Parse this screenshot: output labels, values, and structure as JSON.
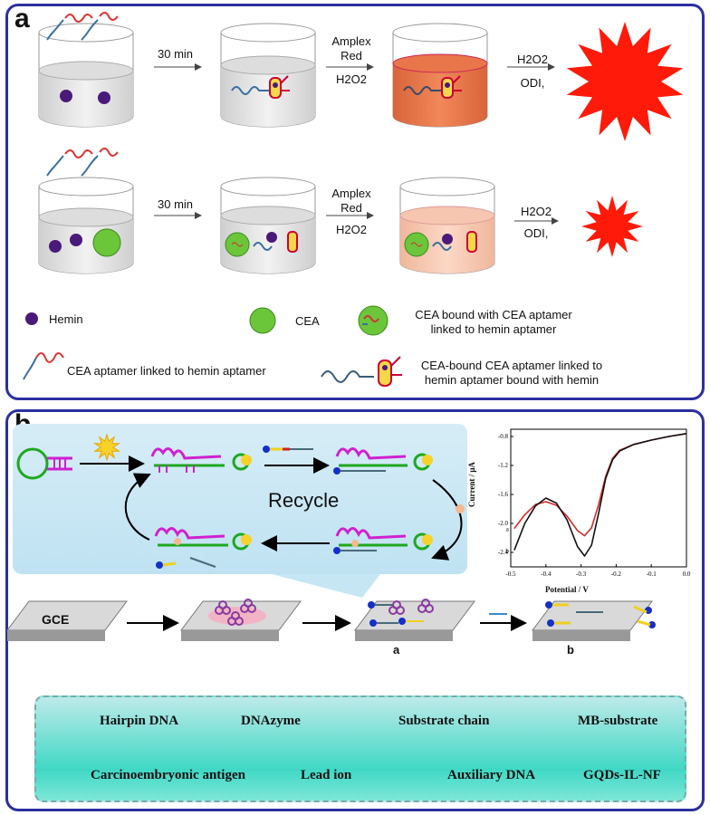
{
  "panel_a": {
    "label": "a",
    "row1": {
      "step1": "30 min",
      "step2_line1": "Amplex",
      "step2_line2": "Red",
      "step2_line3": "H2O2",
      "step3_line1": "H2O2",
      "step3_line2": "ODI,"
    },
    "row2": {
      "step1": "30 min",
      "step2_line1": "Amplex",
      "step2_line2": "Red",
      "step2_line3": "H2O2",
      "step3_line1": "H2O2",
      "step3_line2": "ODI,"
    },
    "legend": {
      "hemin": "Hemin",
      "cea": "CEA",
      "cea_bound_1": "CEA bound with CEA aptamer",
      "cea_bound_2": "linked to hemin aptamer",
      "aptamer": "CEA aptamer linked to hemin aptamer",
      "complex_1": "CEA-bound CEA aptamer linked to",
      "complex_2": "hemin aptamer bound with hemin"
    }
  },
  "panel_b": {
    "label": "b",
    "recycle": "Recycle",
    "electrode_label": "GCE",
    "step_a": "a",
    "step_b": "b",
    "legend": {
      "hairpin": "Hairpin DNA",
      "dnazyme": "DNAzyme",
      "substrate": "Substrate chain",
      "mb_substrate": "MB-substrate",
      "cea": "Carcinoembryonic antigen",
      "lead": "Lead ion",
      "auxiliary": "Auxiliary DNA",
      "gqds": "GQDs-IL-NF"
    }
  },
  "chart_data": {
    "type": "line",
    "xlabel": "Potential / V",
    "ylabel": "Current / μA",
    "xlim": [
      -0.5,
      0.0
    ],
    "ylim": [
      -2.6,
      -0.7
    ],
    "xticks": [
      "-0.5",
      "-0.4",
      "-0.3",
      "-0.2",
      "-0.1",
      "0.0"
    ],
    "yticks": [
      "-0.8",
      "-1.2",
      "-1.6",
      "-2.0",
      "-2.4"
    ],
    "series": [
      {
        "name": "a",
        "color": "#d42a2a",
        "x": [
          -0.49,
          -0.46,
          -0.43,
          -0.4,
          -0.37,
          -0.34,
          -0.31,
          -0.29,
          -0.27,
          -0.25,
          -0.23,
          -0.21,
          -0.19,
          -0.15,
          -0.1,
          -0.05,
          0.0
        ],
        "y": [
          -2.07,
          -1.88,
          -1.74,
          -1.7,
          -1.75,
          -1.9,
          -2.1,
          -2.17,
          -2.06,
          -1.74,
          -1.35,
          -1.1,
          -0.99,
          -0.91,
          -0.85,
          -0.8,
          -0.76
        ]
      },
      {
        "name": "b",
        "color": "#111111",
        "x": [
          -0.49,
          -0.46,
          -0.43,
          -0.4,
          -0.37,
          -0.34,
          -0.31,
          -0.29,
          -0.27,
          -0.25,
          -0.23,
          -0.21,
          -0.19,
          -0.15,
          -0.1,
          -0.05,
          0.0
        ],
        "y": [
          -2.37,
          -2.0,
          -1.76,
          -1.65,
          -1.72,
          -1.95,
          -2.32,
          -2.45,
          -2.3,
          -1.86,
          -1.38,
          -1.12,
          -1.0,
          -0.91,
          -0.85,
          -0.8,
          -0.76
        ]
      }
    ]
  },
  "colors": {
    "border": "#2b2fa0",
    "red_star": "#ff1a0a",
    "hemin": "#4a1a7a",
    "cea": "#6cc63a",
    "orange_liquid": "#e8764a",
    "pink_liquid": "#f6c6b0"
  }
}
